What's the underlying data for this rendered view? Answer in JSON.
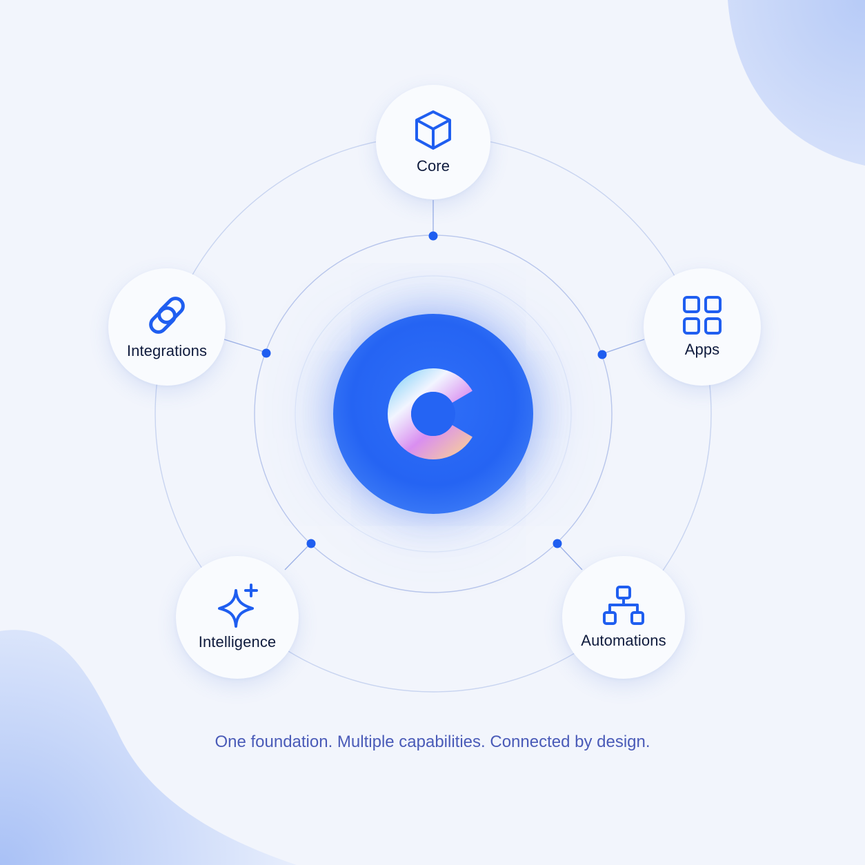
{
  "nodes": {
    "core": {
      "label": "Core",
      "icon": "cube-icon"
    },
    "integrations": {
      "label": "Integrations",
      "icon": "link-icon"
    },
    "apps": {
      "label": "Apps",
      "icon": "grid-icon"
    },
    "intelligence": {
      "label": "Intelligence",
      "icon": "sparkle-icon"
    },
    "automations": {
      "label": "Automations",
      "icon": "hierarchy-icon"
    }
  },
  "center": {
    "icon": "c-logo-icon"
  },
  "tagline": "One foundation. Multiple capabilities. Connected by design.",
  "colors": {
    "accent": "#1f5ef0",
    "orb": "#2564f3",
    "background": "#f2f5fc",
    "label": "#0f1b3d",
    "tagline": "#4a5bb8"
  }
}
